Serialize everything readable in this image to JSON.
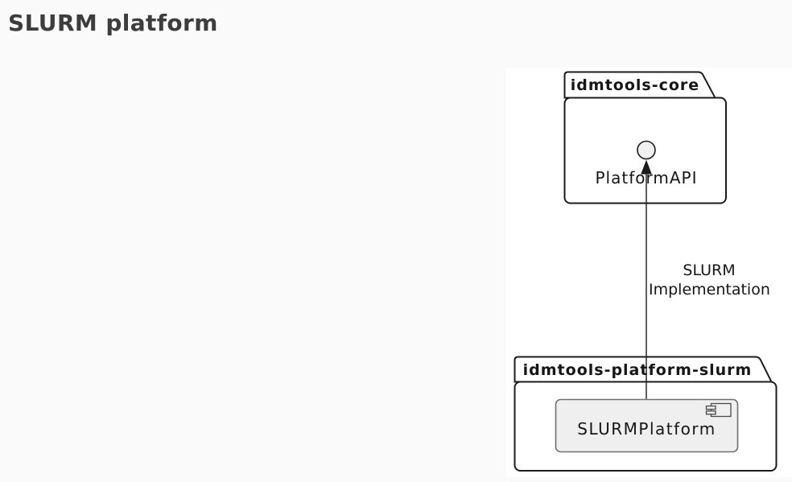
{
  "page": {
    "title": "SLURM platform",
    "background_color": "#fafafa",
    "panel_color": "#ffffff"
  },
  "diagram": {
    "type": "uml-component-diagram",
    "package_core": {
      "label": "idmtools-core"
    },
    "package_slurm": {
      "label": "idmtools-platform-slurm"
    },
    "interface": {
      "label": "PlatformAPI",
      "icon": "lollipop-circle-icon"
    },
    "component": {
      "label": "SLURMPlatform",
      "icon": "uml-component-icon"
    },
    "edge": {
      "label_line1": "SLURM",
      "label_line2": "Implementation",
      "direction": "component-to-interface",
      "arrow": "up-arrowhead"
    },
    "colors": {
      "package_border": "#1b1b1b",
      "package_fill": "#ffffff",
      "component_fill": "#efefef",
      "component_border": "#707070",
      "interface_fill": "#f0f0f0",
      "line": "#1b1b1b",
      "text": "#161616",
      "title_text": "#3d3d3d"
    }
  }
}
